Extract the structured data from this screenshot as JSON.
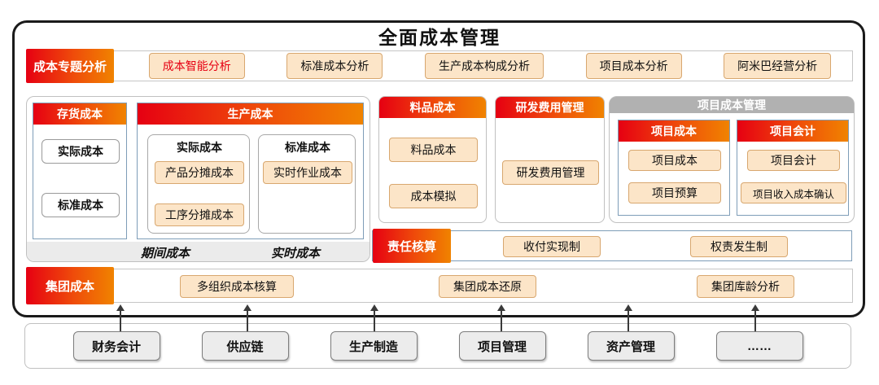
{
  "title": "全面成本管理",
  "topic_row": {
    "label": "成本专题分析",
    "items": [
      "成本智能分析",
      "标准成本分析",
      "生产成本构成分析",
      "项目成本分析",
      "阿米巴经营分析"
    ]
  },
  "core": {
    "inventory": {
      "header": "存货成本",
      "items": [
        "实际成本",
        "标准成本"
      ]
    },
    "production": {
      "header": "生产成本",
      "groups": [
        {
          "title": "实际成本",
          "items": [
            "产品分摊成本",
            "工序分摊成本"
          ]
        },
        {
          "title": "标准成本",
          "items": [
            "实时作业成本"
          ]
        }
      ]
    },
    "footer": [
      "期间成本",
      "实时成本"
    ]
  },
  "material": {
    "header": "料品成本",
    "items": [
      "料品成本",
      "成本模拟"
    ]
  },
  "rnd": {
    "header": "研发费用管理",
    "items": [
      "研发费用管理"
    ]
  },
  "project": {
    "header": "项目成本管理",
    "groups": [
      {
        "header": "项目成本",
        "items": [
          "项目成本",
          "项目预算"
        ]
      },
      {
        "header": "项目会计",
        "items": [
          "项目会计",
          "项目收入成本确认"
        ]
      }
    ]
  },
  "responsibility": {
    "label": "责任核算",
    "items": [
      "收付实现制",
      "权责发生制"
    ]
  },
  "group": {
    "label": "集团成本",
    "items": [
      "多组织成本核算",
      "集团成本还原",
      "集团库龄分析"
    ]
  },
  "systems": {
    "items": [
      "财务会计",
      "供应链",
      "生产制造",
      "项目管理",
      "资产管理",
      "……"
    ]
  },
  "colors": {
    "gradient_start": "#e60012",
    "gradient_end": "#f08300",
    "pill_bg": "#fce5c8",
    "pill_border": "#d8a76f",
    "blue_border": "#7e9db8",
    "gray_header": "#b1b1b1",
    "highlight_text": "#e60012"
  }
}
